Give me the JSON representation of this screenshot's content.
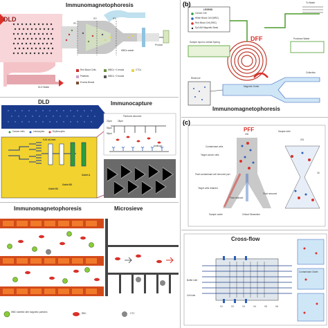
{
  "panel_a": {
    "top": {
      "dld_title": "DLD",
      "immuno_title": "Immunomagnetophoresis",
      "if1": "IF1",
      "if2": "IF2",
      "if3": "IF3",
      "wbc_waste": "WBCs waste",
      "product": "Product",
      "dld_waste": "DLD Waste",
      "legend": [
        {
          "label": "Red Blood Cells",
          "color": "#c9302c"
        },
        {
          "label": "WBCs +1 beads",
          "color": "#6c8f3d"
        },
        {
          "label": "CTCs",
          "color": "#e8d44d"
        },
        {
          "label": "Platelets",
          "color": "#c9a0c9"
        },
        {
          "label": "WBCs +2 beads",
          "color": "#555555"
        },
        {
          "label": "Excess Beads",
          "color": "#7a4a2a"
        }
      ]
    },
    "middle": {
      "dld_title": "DLD",
      "immuno_title": "Immunocapture",
      "cancer_cells": "Cancer cells",
      "leukocytes": "Leukocytes",
      "erythrocytes": "Erythrocytes",
      "flow_rate": "0.24 mL/min",
      "outlet_b1": "Outlet B1",
      "outlet_b2": "Outlet B2",
      "outlet_a": "Outlet A",
      "fishbone": "Fishbone structure",
      "antibody": "Antibody",
      "dim1": "20μm",
      "dim2": "25μm",
      "dim3": "50μm",
      "dim4": "50μm"
    },
    "bottom": {
      "immuno_title": "Immunomagnetophoresis",
      "sieve_title": "Microsieve",
      "wbc_label": "WBC labelled with magnetic particles",
      "rbc_label": "RBC",
      "ctc_label": "CTC"
    }
  },
  "panel_b": {
    "letter": "(b)",
    "legend_title": "LEGEND",
    "legend": [
      {
        "label": "Cancer Cell",
        "color": "#2a9d3a"
      },
      {
        "label": "White Blood Cell (WBC)",
        "color": "#2b5fb8"
      },
      {
        "label": "Red Blood Cell (RBC)",
        "color": "#d8312a"
      },
      {
        "label": "EpCAM Magnetic Bead",
        "color": "#222222"
      }
    ],
    "sample_input": "Sample Input to Inertial Spiring",
    "dff": "DFF",
    "purchase_waste": "Purchase Waste",
    "to_waste": "To Waste",
    "reservoir": "Reservoir",
    "magnetic_sorter": "Magnetic Sorter",
    "collection": "Collection",
    "immuno_title": "Immunomagnetophoresis"
  },
  "panel_c": {
    "letter": "(c)",
    "pff_title": "PFF",
    "sample_inlet": "Sample inlet",
    "dim_200": "200",
    "contaminant": "Contaminant cells",
    "target_cancer": "Target cancer cells",
    "fluid_removed_port": "Fluid contaminant cell removed port",
    "target_retained": "Target cells retained",
    "fluid_retained": "Fluid retained",
    "fluid_removed": "Fluid removed",
    "sample_outlet": "Sample outlet",
    "critical": "Critical Streamline",
    "val_201": "201",
    "val_18": "18",
    "cross_title": "Cross-flow",
    "v_labels": [
      "V1",
      "V2",
      "V3",
      "V4",
      "V5",
      "V6"
    ],
    "buffer_inlet": "Buffer inlet",
    "cell_inlet": "Cell inlet",
    "contaminant_outlet": "Contaminant Outlet"
  }
}
